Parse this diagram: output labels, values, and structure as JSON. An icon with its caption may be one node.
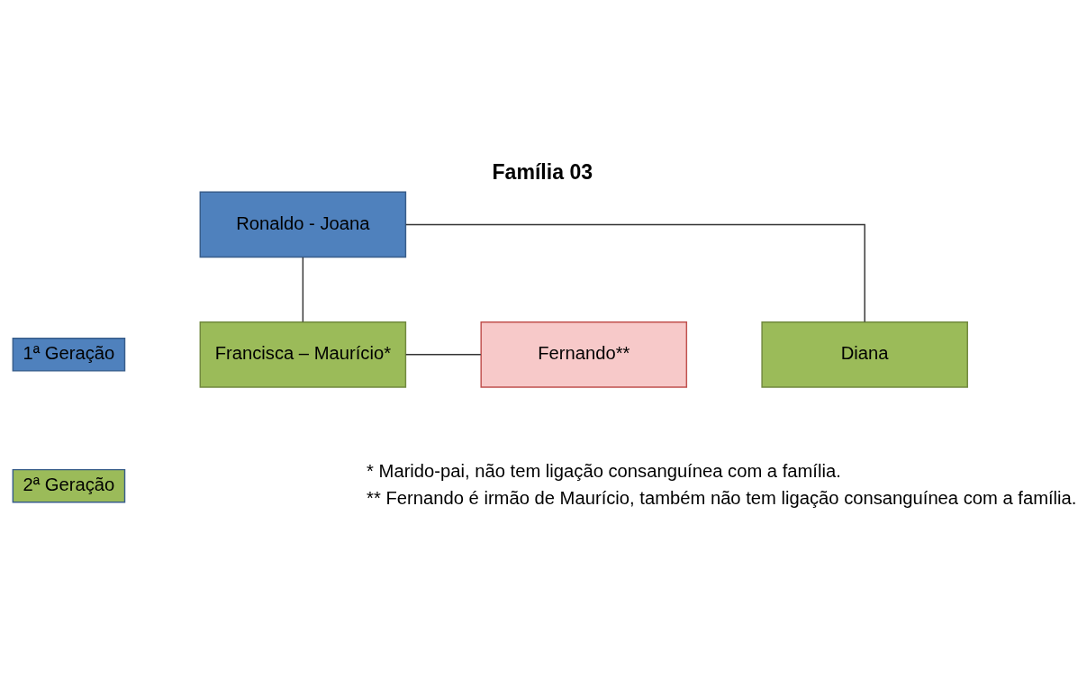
{
  "diagram": {
    "title": "Família 03",
    "nodes": [
      {
        "text": [
          "Ronaldo - Joana"
        ]
      },
      {
        "text": [
          "Francisca – Maurício*"
        ]
      },
      {
        "text": [
          "Diana"
        ]
      },
      {
        "text": [
          "Fernando**"
        ]
      }
    ],
    "edges": [
      {
        "from": 0,
        "to": 1,
        "arrow": "none"
      },
      {
        "from": 0,
        "to": 2,
        "arrow": "none"
      },
      {
        "from": 3,
        "to": 1,
        "arrow": "none"
      }
    ],
    "labels": [
      "* Marido-pai, não tem ligação consanguínea com a família.",
      "** Fernando é irmão de Maurício, também não tem ligação consanguínea com a família."
    ],
    "legend": [
      {
        "text": "1ª Geração",
        "color": "#4f81bd"
      },
      {
        "text": "2ª Geração",
        "color": "#9bbb59"
      }
    ]
  }
}
